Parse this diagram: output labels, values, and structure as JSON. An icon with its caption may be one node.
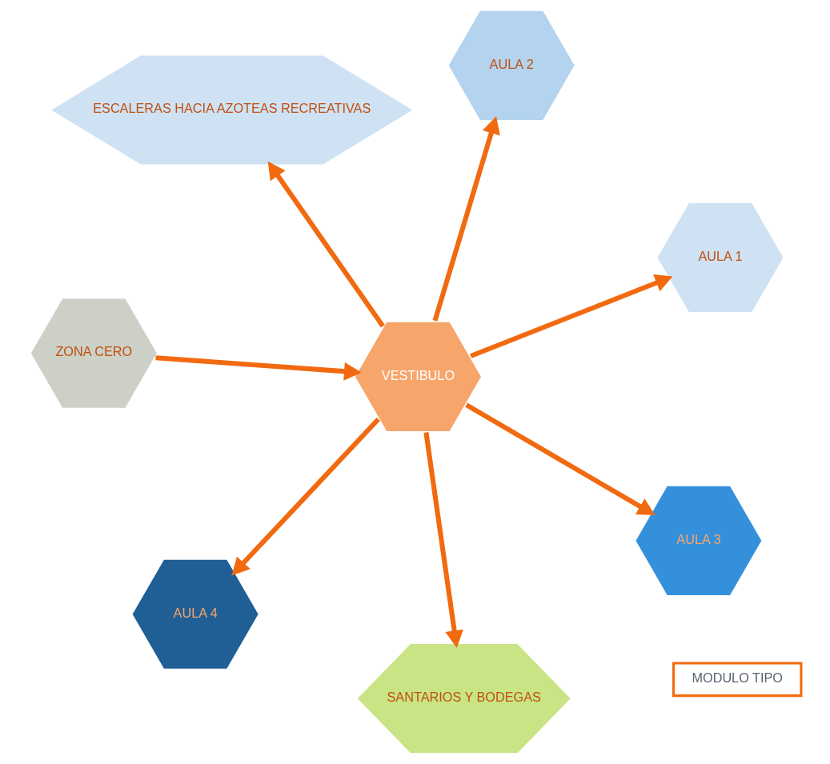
{
  "diagram": {
    "nodes": [
      {
        "text": [
          "ESCALERAS HACIA AZOTEAS RECREATIVAS"
        ]
      },
      {
        "text": [
          "AULA 1"
        ]
      },
      {
        "text": [
          "SANTARIOS Y BODEGAS"
        ]
      },
      {
        "text": [
          "VESTIBULO"
        ]
      },
      {
        "text": [
          "AULA 2"
        ]
      },
      {
        "text": [
          "ZONA CERO"
        ]
      },
      {
        "text": [
          "AULA 4"
        ]
      },
      {
        "text": [
          "AULA 3"
        ]
      },
      {
        "text": [
          "MODULO TIPO"
        ]
      }
    ],
    "edges": [
      {
        "from": 3,
        "to": 0,
        "arrow": "to"
      },
      {
        "from": 3,
        "to": 1,
        "arrow": "to"
      },
      {
        "from": 3,
        "to": 2,
        "arrow": "to"
      },
      {
        "from": 3,
        "to": 4,
        "arrow": "to"
      },
      {
        "from": 3,
        "to": 6,
        "arrow": "to"
      },
      {
        "from": 3,
        "to": 7,
        "arrow": "to"
      },
      {
        "from": 5,
        "to": 3,
        "arrow": "to"
      }
    ]
  }
}
